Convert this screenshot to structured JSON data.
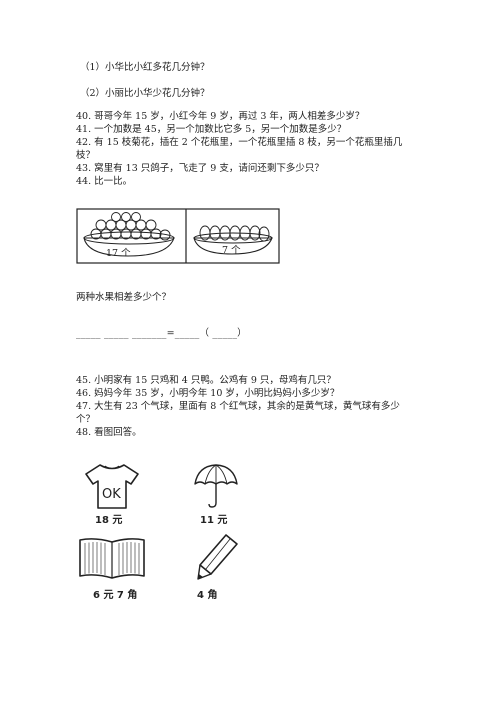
{
  "subq1": "（1）小华比小红多花几分钟？",
  "subq2": "（2）小丽比小华少花几分钟？",
  "q40": "40. 哥哥今年 15 岁，小红今年 9 岁，再过 3 年，两人相差多少岁？",
  "q41": "41. 一个加数是 45，另一个加数比它多 5，另一个加数是多少？",
  "q42_line1": "42. 有 15 枝菊花，插在 2 个花瓶里，一个花瓶里插 8 枝，另一个花瓶里插几",
  "q42_line2": "枝？",
  "q43": "43. 窝里有 13 只鸽子，飞走了 9 支，请问还剩下多少只？",
  "q44": "44. 比一比。",
  "fruit": {
    "apples_label": "17 个",
    "eggs_label": "7 个"
  },
  "q44_question": "两种水果相差多少个？",
  "q44_blank": "_____ _____ _______=_____（ _____）",
  "q45": "45. 小明家有 15 只鸡和 4 只鸭。公鸡有 9 只，母鸡有几只？",
  "q46": "46. 妈妈今年 35 岁，小明今年 10 岁，小明比妈妈小多少岁？",
  "q47": "47. 大生有 23 个气球，里面有 8 个红气球，其余的是黄气球，黄气球有多少",
  "q47_line2": "个？",
  "q48": "48. 看图回答。",
  "items": {
    "shirt_text": "OK",
    "shirt_price": "18 元",
    "umbrella_price": "11 元",
    "book_price": "6 元 7 角",
    "pencil_price": "4 角"
  }
}
